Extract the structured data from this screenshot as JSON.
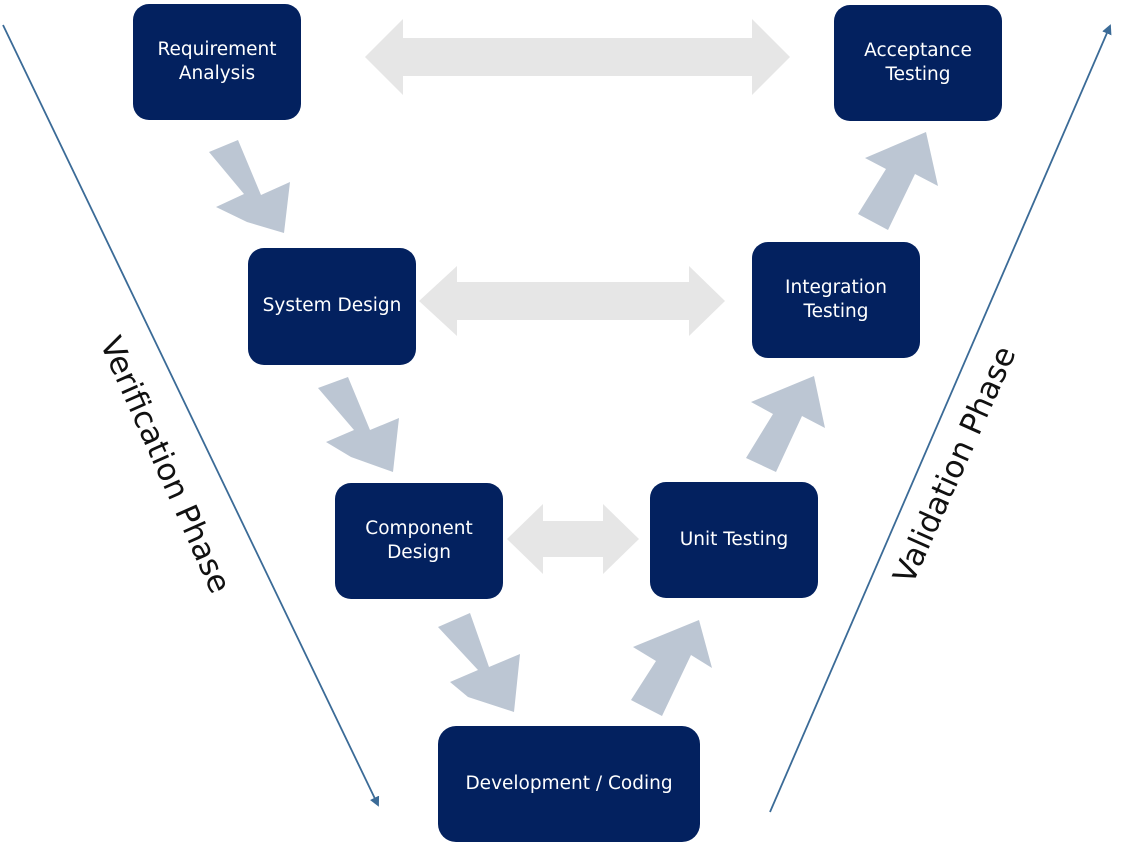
{
  "colors": {
    "box_fill": "#03215f",
    "box_text": "#ffffff",
    "flow_arrow": "#bcc6d3",
    "link_arrow": "#e6e6e6",
    "phase_line": "#3b6b97"
  },
  "stages": {
    "requirement_analysis": "Requirement\nAnalysis",
    "system_design": "System Design",
    "component_design": "Component\nDesign",
    "development_coding": "Development / Coding",
    "unit_testing": "Unit Testing",
    "integration_testing": "Integration\nTesting",
    "acceptance_testing": "Acceptance\nTesting"
  },
  "phases": {
    "verification": "Verification Phase",
    "validation": "Validation Phase"
  }
}
